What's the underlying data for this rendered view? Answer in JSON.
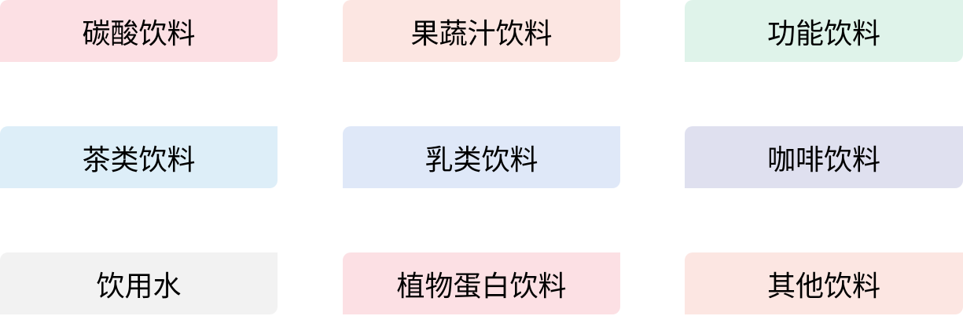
{
  "categories": [
    {
      "label": "碳酸饮料",
      "color": "#fce0e4"
    },
    {
      "label": "果蔬汁饮料",
      "color": "#fce6e2"
    },
    {
      "label": "功能饮料",
      "color": "#dff3ea"
    },
    {
      "label": "茶类饮料",
      "color": "#ddeef8"
    },
    {
      "label": "乳类饮料",
      "color": "#dfe8f8"
    },
    {
      "label": "咖啡饮料",
      "color": "#dfe0ef"
    },
    {
      "label": "饮用水",
      "color": "#f2f2f2"
    },
    {
      "label": "植物蛋白饮料",
      "color": "#fce0e4"
    },
    {
      "label": "其他饮料",
      "color": "#fce6e2"
    }
  ]
}
